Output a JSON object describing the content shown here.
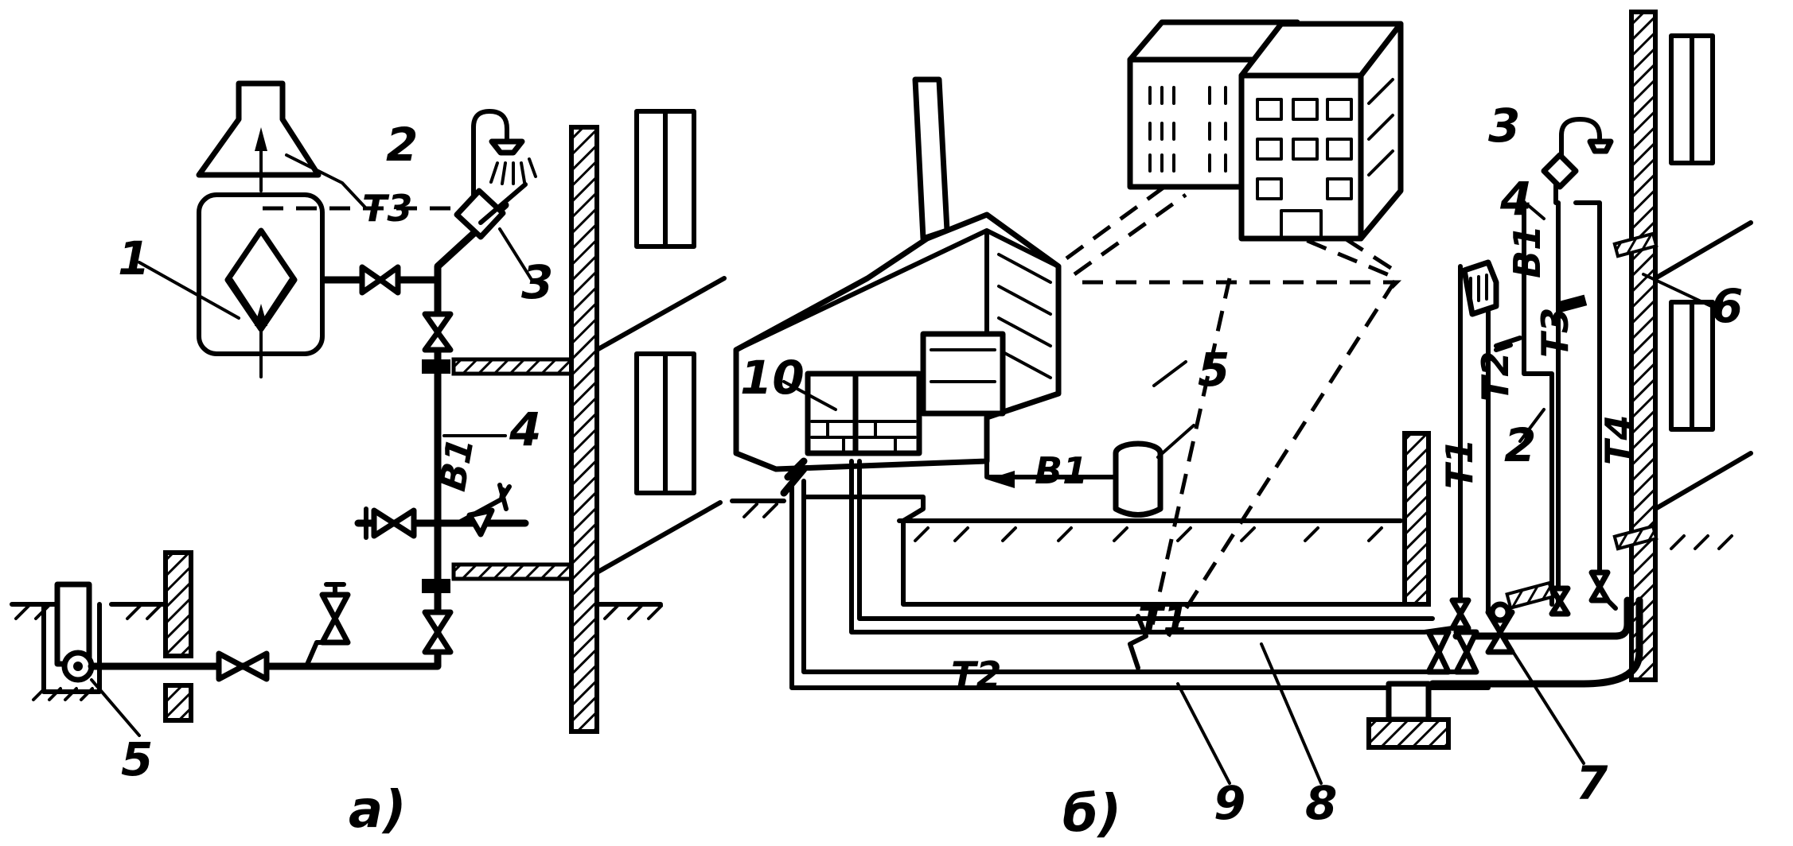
{
  "panels": {
    "a": {
      "caption": "а)"
    },
    "b": {
      "caption": "б)"
    }
  },
  "callouts": {
    "a": [
      "1",
      "2",
      "3",
      "4",
      "5"
    ],
    "b": [
      "3",
      "4",
      "6",
      "5",
      "10",
      "2",
      "7",
      "9",
      "8"
    ]
  },
  "pipe_labels": {
    "a": {
      "t3": "Т3",
      "b1": "В1"
    },
    "b": {
      "b1_yard": "В1",
      "b1_riser": "В1",
      "t1_main": "Т1",
      "t2_main": "Т2",
      "t1_riser": "Т1",
      "t2_riser": "Т2",
      "t3_riser": "Т3",
      "t4_riser": "Т4"
    }
  }
}
